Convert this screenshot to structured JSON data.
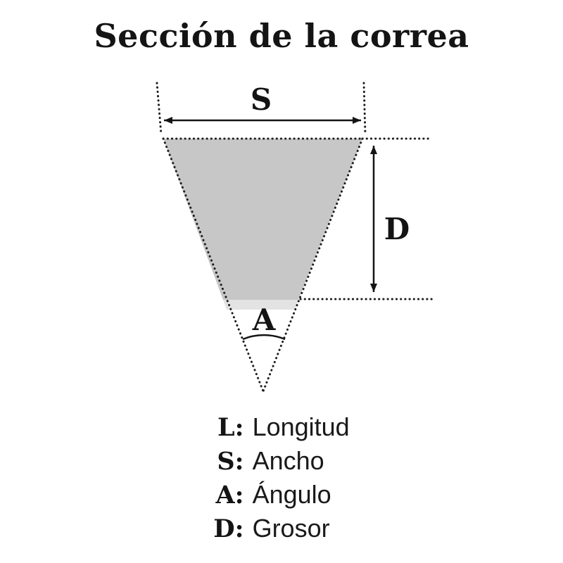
{
  "title": "Sección de la correa",
  "diagram": {
    "width_label": "S",
    "depth_label": "D",
    "angle_label": "A"
  },
  "legend": {
    "items": [
      {
        "key": "L:",
        "term": "Longitud"
      },
      {
        "key": "S:",
        "term": "Ancho"
      },
      {
        "key": "A:",
        "term": "Ángulo"
      },
      {
        "key": "D:",
        "term": "Grosor"
      }
    ]
  },
  "colors": {
    "belt_fill": "#c7c7c7",
    "belt_bottom_strip": "#e3e3e3",
    "ink": "#141414"
  }
}
